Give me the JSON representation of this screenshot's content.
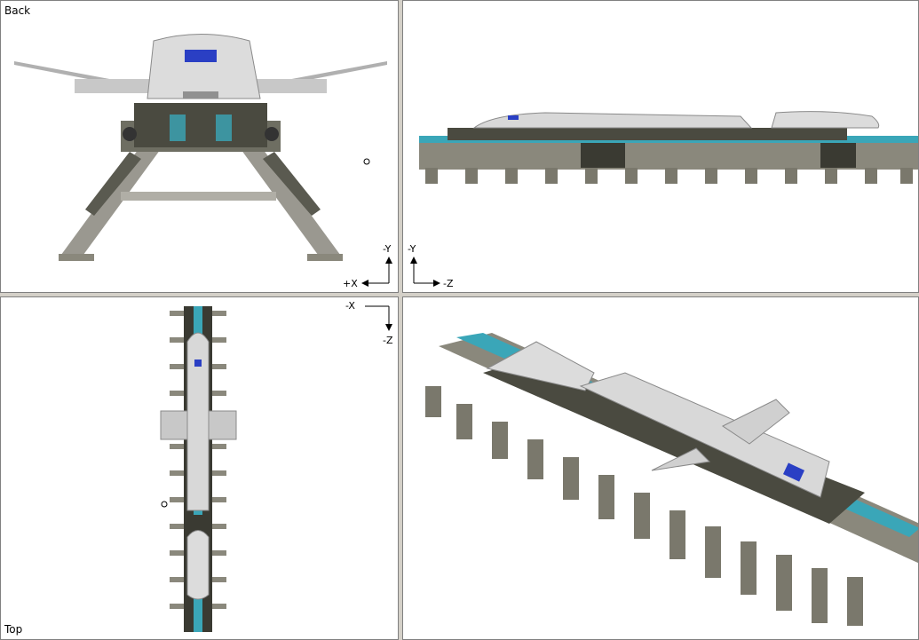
{
  "viewports": {
    "back": {
      "label": "Back",
      "axes": {
        "vertical": "-Y",
        "horizontal": "+X"
      }
    },
    "side": {
      "label": "",
      "axes": {
        "vertical": "-Y",
        "horizontal": "-Z"
      }
    },
    "top": {
      "label": "Top",
      "axes": {
        "vertical": "-Z",
        "horizontal": "-X"
      }
    },
    "perspective": {
      "label": ""
    }
  },
  "colors": {
    "viewport_bg": "#ffffff",
    "frame": "#d4d0c8",
    "hull_light": "#d8d8d8",
    "hull_mid": "#a8a8a8",
    "hull_dark": "#4a4a40",
    "track": "#3aa6b8",
    "pylon": "#8a887c",
    "canopy": "#2a3fc4"
  }
}
